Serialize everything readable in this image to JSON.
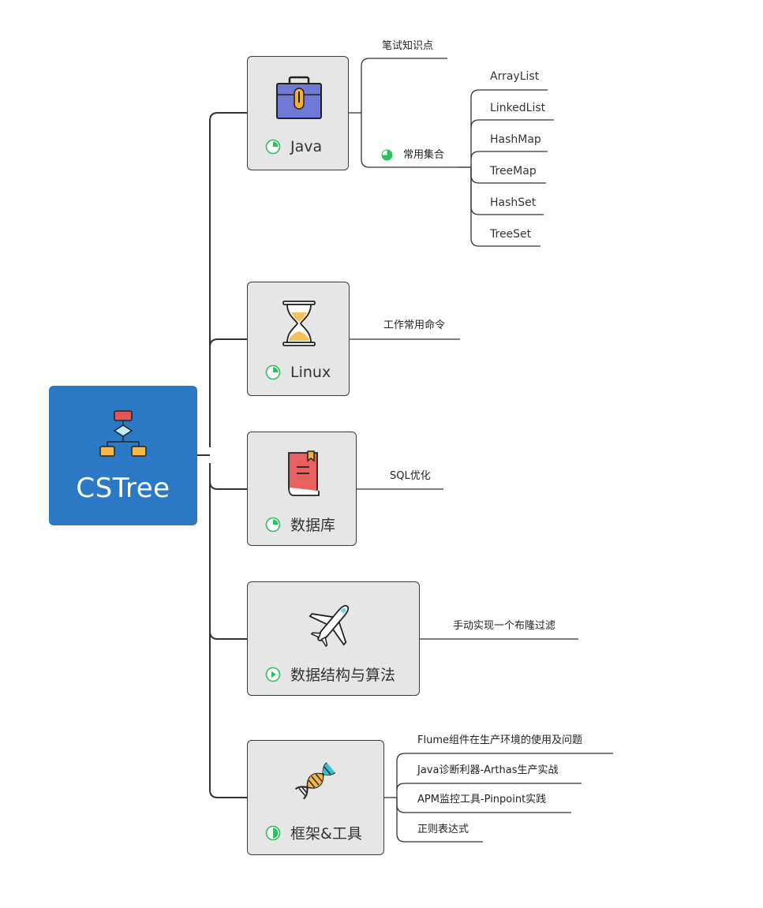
{
  "root": {
    "title": "CSTree",
    "icon": "flowchart-icon"
  },
  "topics": [
    {
      "label": "Java",
      "icon": "briefcase-icon",
      "progress": 0.25,
      "children": [
        {
          "label": "笔试知识点"
        },
        {
          "label": "常用集合",
          "progress": 0.75,
          "children": [
            "ArrayList",
            "LinkedList",
            "HashMap",
            "TreeMap",
            "HashSet",
            "TreeSet"
          ]
        }
      ]
    },
    {
      "label": "Linux",
      "icon": "hourglass-icon",
      "progress": 0.25,
      "children": [
        {
          "label": "工作常用命令"
        }
      ]
    },
    {
      "label": "数据库",
      "icon": "book-icon",
      "progress": 0.25,
      "children": [
        {
          "label": "SQL优化"
        }
      ]
    },
    {
      "label": "数据结构与算法",
      "icon": "airplane-icon",
      "progress": "start",
      "children": [
        {
          "label": "手动实现一个布隆过滤"
        }
      ]
    },
    {
      "label": "框架&工具",
      "icon": "dna-icon",
      "progress": 0.5,
      "children": [
        {
          "label": "Flume组件在生产环境的使用及问题"
        },
        {
          "label": "Java诊断利器-Arthas生产实战"
        },
        {
          "label": "APM监控工具-Pinpoint实践"
        },
        {
          "label": "正则表达式"
        }
      ]
    }
  ],
  "colors": {
    "root": "#2b78c5",
    "topic_bg": "#e6e6e6",
    "line": "#333333",
    "progress": "#2dbf5c"
  }
}
